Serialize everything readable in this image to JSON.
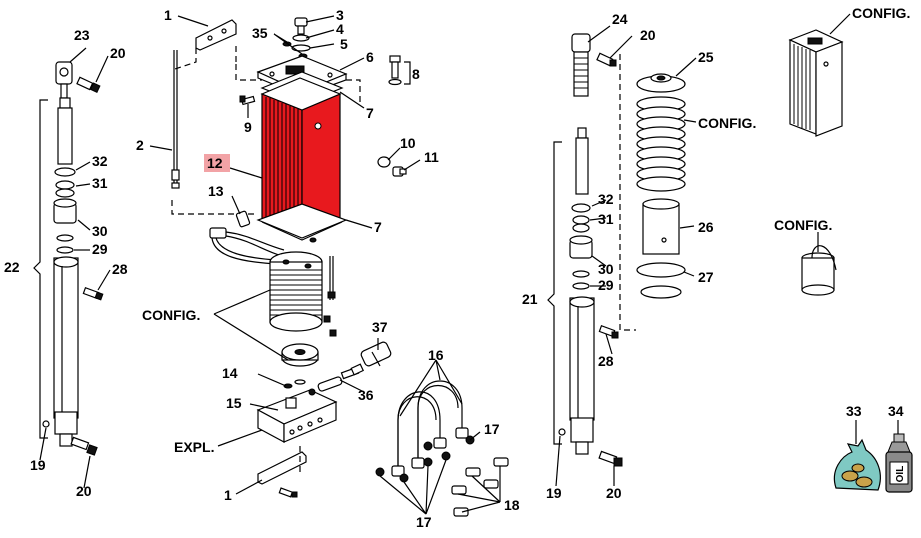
{
  "diagram": {
    "highlight_color": "#e8191e",
    "highlight_label_bg": "#f2a3a6",
    "callouts": {
      "c1_top": "1",
      "c1_bottom": "1",
      "c2": "2",
      "c3": "3",
      "c4": "4",
      "c5": "5",
      "c6": "6",
      "c7_top": "7",
      "c7_bottom": "7",
      "c8": "8",
      "c9": "9",
      "c10": "10",
      "c11": "11",
      "c12": "12",
      "c13": "13",
      "c14": "14",
      "c15": "15",
      "c16": "16",
      "c17_a": "17",
      "c17_b": "17",
      "c18": "18",
      "c19_left": "19",
      "c19_right": "19",
      "c20_left_top": "20",
      "c20_left_bottom": "20",
      "c20_right_top": "20",
      "c20_right_bottom": "20",
      "c21": "21",
      "c22": "22",
      "c23": "23",
      "c24": "24",
      "c25": "25",
      "c26": "26",
      "c27": "27",
      "c28_left": "28",
      "c28_right": "28",
      "c29_left": "29",
      "c29_right": "29",
      "c30_left": "30",
      "c30_right": "30",
      "c31_left": "31",
      "c31_right": "31",
      "c32_left": "32",
      "c32_right": "32",
      "c33": "33",
      "c34": "34",
      "c35": "35",
      "c36": "36",
      "c37": "37"
    },
    "labels": {
      "config_coil": "CONFIG.",
      "config_spring": "CONFIG.",
      "config_corner": "CONFIG.",
      "config_capacitor": "CONFIG.",
      "expl": "EXPL.",
      "oil_can": "OIL"
    }
  }
}
